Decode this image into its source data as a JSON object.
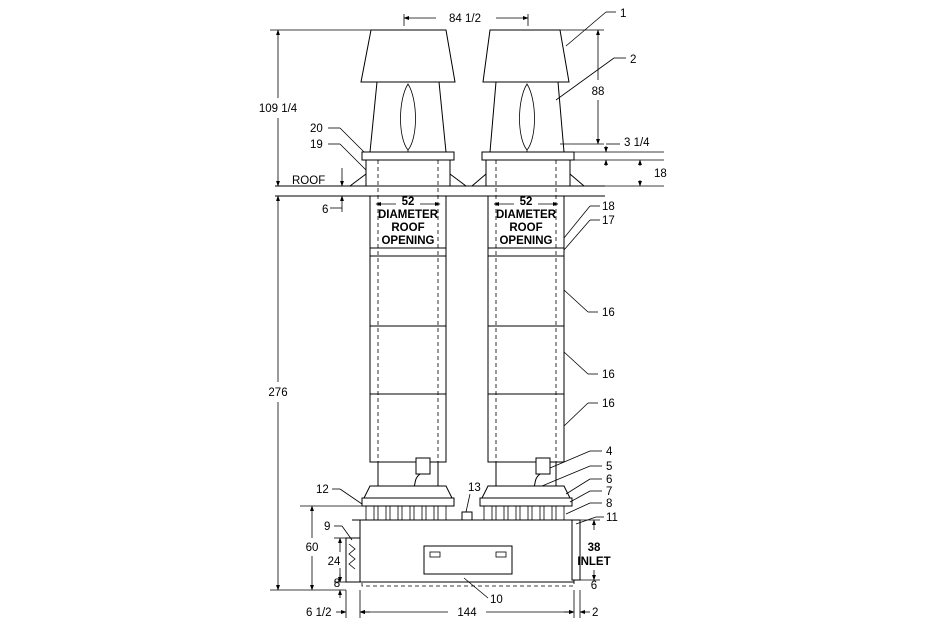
{
  "dimensions": {
    "top_width": "84 1/2",
    "overall_above_roof": "109 1/4",
    "hood_height": "88",
    "curb_height": "3 1/4",
    "roof_gap": "18",
    "below_roof": "6",
    "total_height": "276",
    "plenum_height": "60",
    "louver_height": "24",
    "base_offset": "8",
    "bottom_offset": "6",
    "left_offset": "6 1/2",
    "base_width": "144",
    "right_offset": "2"
  },
  "notes": {
    "roof": "ROOF",
    "opening_size": "52",
    "opening_line1": "DIAMETER",
    "opening_line2": "ROOF",
    "opening_line3": "OPENING",
    "inlet_size": "38",
    "inlet_label": "INLET"
  },
  "callouts": {
    "c1": "1",
    "c2": "2",
    "c4": "4",
    "c5": "5",
    "c6": "6",
    "c7": "7",
    "c8": "8",
    "c9": "9",
    "c10": "10",
    "c11": "11",
    "c12": "12",
    "c13": "13",
    "c16a": "16",
    "c16b": "16",
    "c16c": "16",
    "c17": "17",
    "c18": "18",
    "c19": "19",
    "c20": "20"
  }
}
